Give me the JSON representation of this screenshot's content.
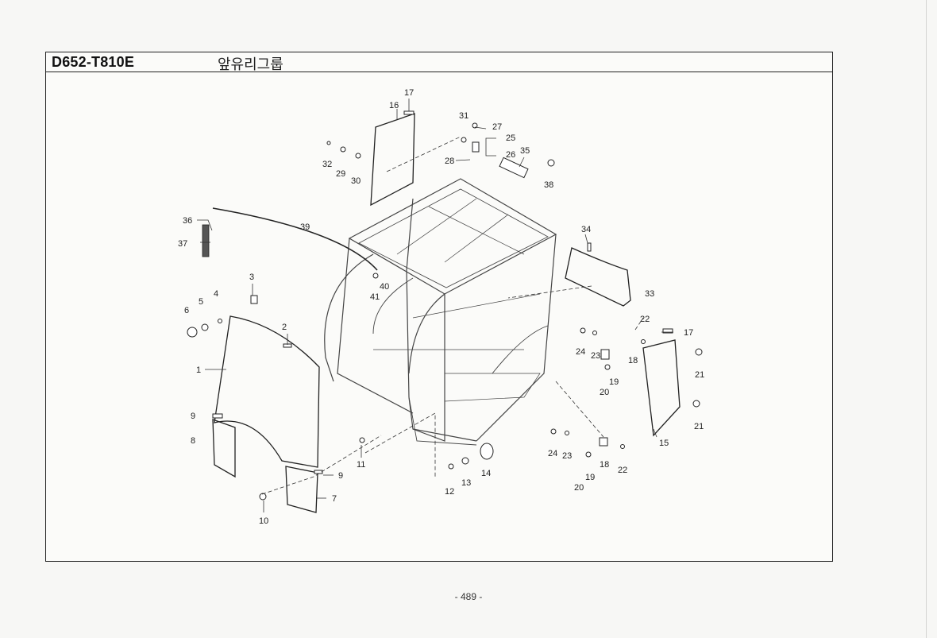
{
  "header": {
    "model_code": "D652-T810E",
    "group_title": "앞유리그룹"
  },
  "callouts": [
    "1",
    "2",
    "3",
    "4",
    "5",
    "6",
    "7",
    "8",
    "9",
    "9",
    "10",
    "11",
    "12",
    "13",
    "14",
    "15",
    "16",
    "17",
    "17",
    "18",
    "18",
    "19",
    "19",
    "20",
    "20",
    "21",
    "21",
    "22",
    "22",
    "23",
    "23",
    "24",
    "24",
    "25",
    "26",
    "27",
    "28",
    "29",
    "30",
    "31",
    "32",
    "33",
    "34",
    "35",
    "36",
    "37",
    "38",
    "39",
    "40",
    "41"
  ],
  "page_number": "- 489 -"
}
